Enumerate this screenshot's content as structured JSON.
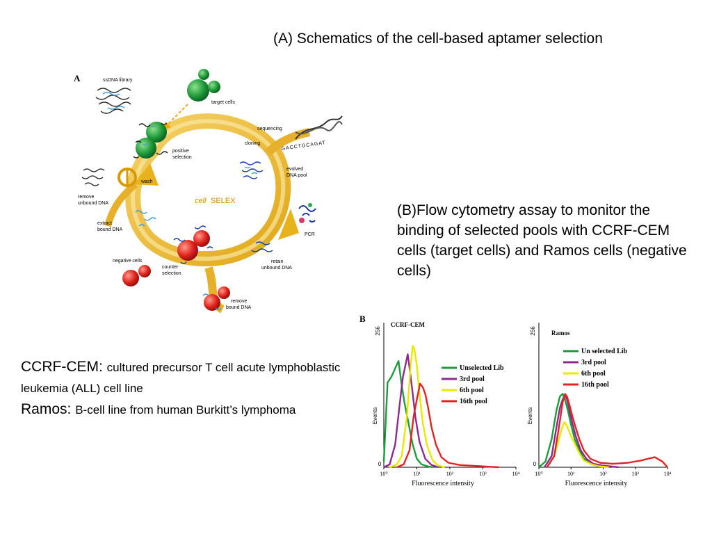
{
  "title_a": "(A) Schematics of the cell-based aptamer selection",
  "caption_b": "(B)Flow cytometry assay to monitor the binding of selected pools with CCRF-CEM cells (target cells) and Ramos cells (negative cells)",
  "legend": {
    "line1_term": "CCRF-CEM: ",
    "line1_text": "cultured precursor T cell acute lymphoblastic leukemia (ALL) cell line",
    "line2_term": "Ramos: ",
    "line2_text": "B-cell line from human Burkitt’s lymphoma"
  },
  "schematic": {
    "panel_label": "A",
    "center_label_italic": "cell",
    "center_label": "SELEX",
    "labels": {
      "library": "ssDNA library",
      "target": "target cells",
      "sequencing": "sequencing",
      "cloning": "cloning",
      "sequence": "GACCTGCAGAT",
      "positive": "positive",
      "selection": "selection",
      "evolved": "evolved",
      "pool": "DNA pool",
      "wash": "wash",
      "remove_unbound_1": "remove",
      "remove_unbound_2": "unbound DNA",
      "extract_1": "extract",
      "extract_2": "bound DNA",
      "pcr": "PCR",
      "negative": "negative cells",
      "counter_1": "counter",
      "counter_2": "selection",
      "retain_1": "retain",
      "retain_2": "unbound DNA",
      "remove_bound_1": "remove",
      "remove_bound_2": "bound DNA"
    }
  },
  "chart_data": [
    {
      "type": "line",
      "title": "CCRF-CEM",
      "xlabel": "Fluorescence intensity",
      "ylabel": "Events",
      "x_scale": "log",
      "xlim": [
        1,
        10000
      ],
      "ylim": [
        0,
        256
      ],
      "x_tick_labels": [
        "10⁰",
        "10¹",
        "10²",
        "10³",
        "10⁴"
      ],
      "y_tick_labels": [
        "0",
        "256"
      ],
      "series": [
        {
          "name": "Unselected Lib",
          "color": "#1a9e3a",
          "x": [
            1,
            1.3,
            1.7,
            2.2,
            2.8,
            3.4,
            4.2,
            5.5,
            7.5,
            10,
            14,
            20,
            30
          ],
          "y": [
            10,
            150,
            160,
            175,
            188,
            150,
            115,
            80,
            40,
            15,
            5,
            2,
            0
          ]
        },
        {
          "name": "3rd pool",
          "color": "#8e2a8e",
          "x": [
            1,
            1.5,
            2.2,
            3,
            3.8,
            4.5,
            5.3,
            6.2,
            7.5,
            9,
            12,
            18,
            28,
            45
          ],
          "y": [
            0,
            5,
            40,
            110,
            160,
            180,
            200,
            170,
            130,
            90,
            45,
            15,
            4,
            0
          ]
        },
        {
          "name": "6th pool",
          "color": "#e8e800",
          "x": [
            1.5,
            2.5,
            3.5,
            5,
            6.5,
            7.5,
            8.5,
            10,
            12,
            15,
            20,
            30,
            45,
            70
          ],
          "y": [
            0,
            5,
            20,
            90,
            180,
            215,
            208,
            180,
            130,
            80,
            40,
            12,
            3,
            0
          ]
        },
        {
          "name": "16th pool",
          "color": "#e02424",
          "x": [
            2.5,
            4,
            6,
            8,
            10,
            12.5,
            15,
            18,
            22,
            28,
            38,
            55,
            90,
            200,
            800,
            3000
          ],
          "y": [
            0,
            5,
            30,
            90,
            120,
            148,
            142,
            130,
            105,
            70,
            40,
            18,
            8,
            4,
            2,
            0
          ]
        }
      ]
    },
    {
      "type": "line",
      "title": "Ramos",
      "xlabel": "Fluorescence intensity",
      "ylabel": "Events",
      "x_scale": "log",
      "xlim": [
        1,
        10000
      ],
      "ylim": [
        0,
        256
      ],
      "x_tick_labels": [
        "10⁰",
        "10¹",
        "10²",
        "10³",
        "10⁴"
      ],
      "y_tick_labels": [
        "0",
        "256"
      ],
      "series": [
        {
          "name": "Un selected Lib",
          "color": "#1a9e3a",
          "x": [
            1,
            1.6,
            2.5,
            3.5,
            4.5,
            5.5,
            6.5,
            8,
            10,
            13,
            18,
            25,
            40,
            70,
            150
          ],
          "y": [
            0,
            10,
            50,
            100,
            125,
            130,
            120,
            100,
            75,
            50,
            30,
            15,
            6,
            2,
            0
          ]
        },
        {
          "name": "3rd pool",
          "color": "#8e2a8e",
          "x": [
            1.5,
            2.5,
            3.5,
            4.5,
            5.5,
            6.5,
            7.5,
            9,
            11,
            14,
            20,
            30,
            50,
            100,
            300
          ],
          "y": [
            0,
            20,
            70,
            105,
            120,
            128,
            120,
            100,
            78,
            55,
            30,
            15,
            6,
            3,
            0
          ]
        },
        {
          "name": "6th pool",
          "color": "#e8e800",
          "x": [
            1.8,
            3,
            4.2,
            5.2,
            6.2,
            7.2,
            8.5,
            10,
            13,
            18,
            25,
            40,
            70,
            150
          ],
          "y": [
            0,
            20,
            50,
            68,
            80,
            75,
            65,
            55,
            42,
            25,
            12,
            6,
            2,
            0
          ]
        },
        {
          "name": "16th pool",
          "color": "#e02424",
          "x": [
            1.8,
            3,
            4.2,
            5.5,
            6.5,
            7.5,
            9,
            11,
            14,
            18,
            25,
            40,
            80,
            200,
            600,
            1500,
            4000,
            7000,
            10000
          ],
          "y": [
            0,
            20,
            70,
            115,
            130,
            125,
            110,
            90,
            70,
            50,
            30,
            15,
            8,
            6,
            8,
            12,
            18,
            10,
            0
          ]
        }
      ]
    }
  ]
}
